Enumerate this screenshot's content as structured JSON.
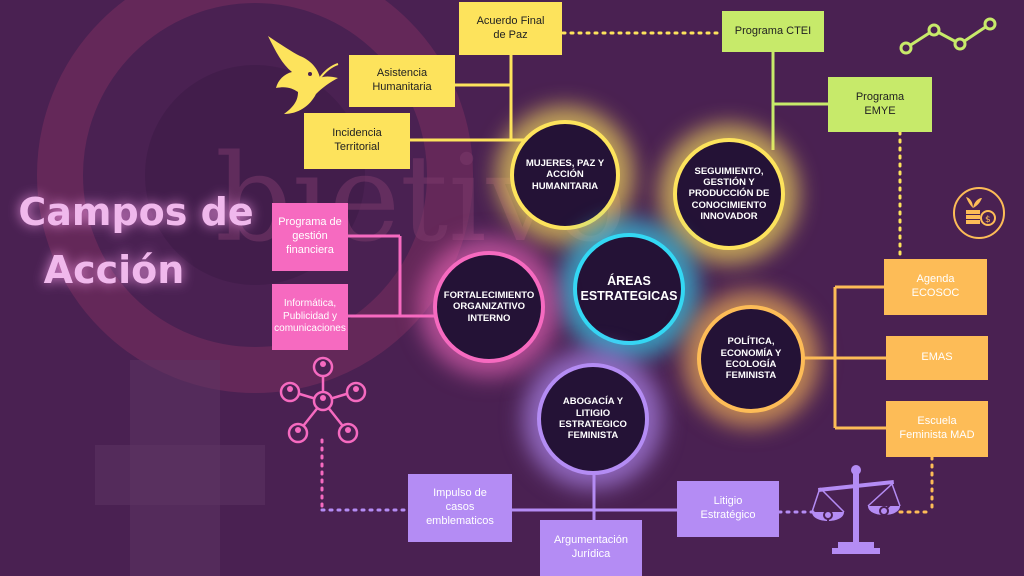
{
  "title": {
    "line1": "Campos de",
    "line2": "Acción"
  },
  "background_watermark": {
    "text": "bjetivo"
  },
  "center": {
    "label": "ÁREAS\nESTRATEGICAS"
  },
  "areas": [
    {
      "label": "MUJERES, PAZ Y\nACCIÓN\nHUMANITARIA",
      "color": "#fde35c"
    },
    {
      "label": "SEGUIMIENTO,\nGESTIÓN Y\nPRODUCCIÓN DE\nCONOCIMIENTO\nINNOVADOR",
      "color": "#c7ea6a"
    },
    {
      "label": "FORTALECIMIENTO\nORGANIZATIVO\nINTERNO",
      "color": "#f66ac0"
    },
    {
      "label": "POLÍTICA,\nECONOMÍA Y\nECOLOGÍA\nFEMINISTA",
      "color": "#fdbc57"
    },
    {
      "label": "ABOGACÍA Y\nLITIGIO\nESTRATEGICO\nFEMINISTA",
      "color": "#b48cf4"
    }
  ],
  "yellow_items": [
    "Acuerdo Final\nde Paz",
    "Asistencia\nHumanitaria",
    "Incidencia\nTerritorial"
  ],
  "green_items": [
    "Programa CTEI",
    "Programa\nEMYE"
  ],
  "pink_items": [
    "Programa de\ngestión\nfinanciera",
    "Informática,\nPublicidad y\ncomunicaciones"
  ],
  "orange_items": [
    "Agenda\nECOSOC",
    "EMAS",
    "Escuela\nFeminista MAD"
  ],
  "violet_items": [
    "Impulso de\ncasos\nemblematicos",
    "Argumentación\nJurídica",
    "Litigio\nEstratégico"
  ],
  "icons": {
    "dove": "dove-icon",
    "trend": "trend-line-icon",
    "finance": "money-plant-icon",
    "network": "people-network-icon",
    "justice": "gender-scales-icon"
  },
  "colors": {
    "background": "#4a2152",
    "yellow": "#fde35c",
    "green": "#c7ea6a",
    "cyan": "#33d8f4",
    "pink": "#f66ac0",
    "orange": "#fdbc57",
    "violet": "#b48cf4",
    "title": "#f0b8ec"
  }
}
